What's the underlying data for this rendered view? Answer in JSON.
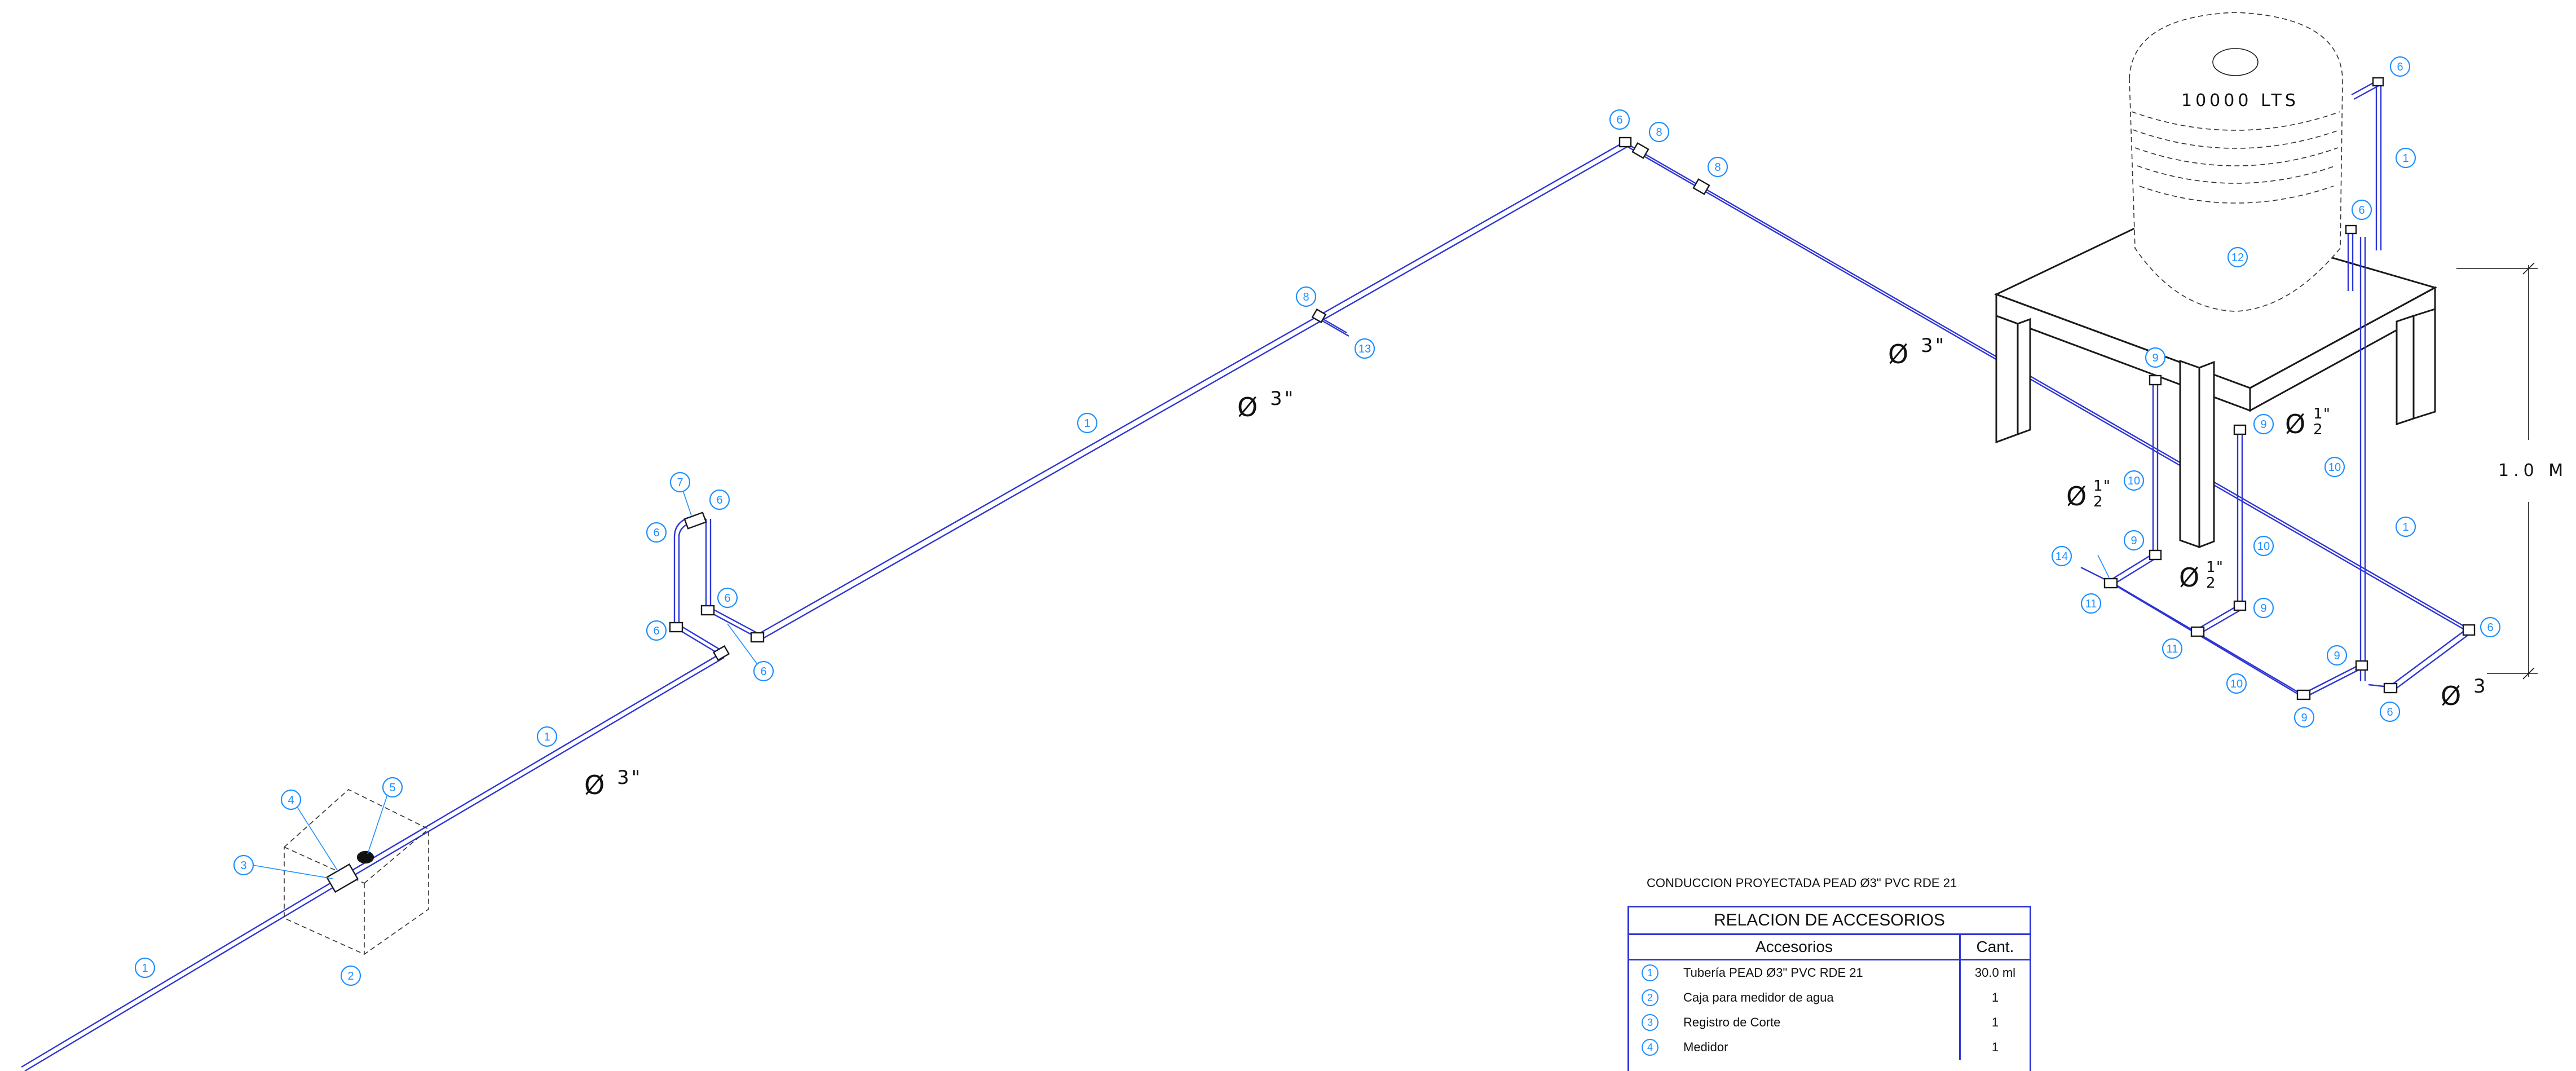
{
  "tank": {
    "capacity_label": "10000 LTS"
  },
  "pipe_labels": {
    "main_diameter": "3\"",
    "small_diameter_num": "1",
    "small_diameter_den": "2",
    "small_diameter_mark": "\"",
    "end_diameter": "3",
    "diameter_symbol": "Ø"
  },
  "dimension": {
    "height_label": "1.0 M"
  },
  "callouts": [
    "1",
    "2",
    "3",
    "4",
    "5",
    "6",
    "7",
    "8",
    "9",
    "10",
    "11",
    "12",
    "13",
    "14"
  ],
  "table": {
    "caption": "CONDUCCION PROYECTADA PEAD Ø3\" PVC RDE 21",
    "title": "RELACION DE ACCESORIOS",
    "col_accessories": "Accesorios",
    "col_quantity": "Cant.",
    "rows": [
      {
        "num": "1",
        "desc": "Tubería PEAD Ø3\" PVC RDE 21",
        "qty": "30.0 ml"
      },
      {
        "num": "2",
        "desc": "Caja para medidor de agua",
        "qty": "1"
      },
      {
        "num": "3",
        "desc": "Registro de Corte",
        "qty": "1"
      },
      {
        "num": "4",
        "desc": "Medidor",
        "qty": "1"
      }
    ]
  },
  "colors": {
    "pipe": "#2d34d6",
    "callout": "#1f8fff",
    "ink": "#1a1a1a"
  }
}
